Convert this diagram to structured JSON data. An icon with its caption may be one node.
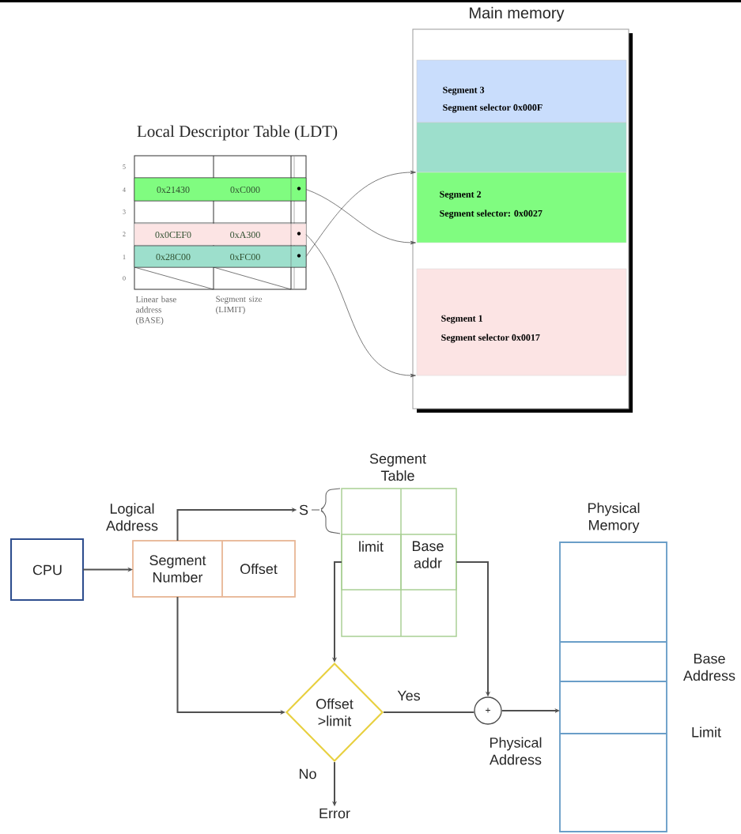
{
  "diagram": {
    "nodes": [
      {
        "text": [
          "Main memory"
        ]
      },
      {
        "text": [
          "Segment 3",
          "Segment selector 0x000F"
        ],
        "in": 0
      },
      {
        "text": [],
        "shape": "bar",
        "in": 0
      },
      {
        "text": [
          "Segment 2",
          "Segment selector: 0x0027"
        ],
        "in": 0
      },
      {
        "text": [
          "Segment 1",
          "Segment selector 0x0017"
        ],
        "in": 0
      },
      {
        "text": [
          "Local Descriptor Table (LDT)"
        ]
      },
      {
        "text": [
          "0x21430",
          "0xC000"
        ],
        "in": 5
      },
      {
        "text": [
          "0x0CEF0",
          "0xA300"
        ],
        "in": 5
      },
      {
        "text": [
          "0x28C00",
          "0xFC00"
        ],
        "in": 5
      },
      {
        "text": [
          "CPU"
        ]
      },
      {
        "text": [
          "Logical Address"
        ]
      },
      {
        "text": [
          "Segment Number"
        ],
        "in": 10
      },
      {
        "text": [
          "Offset"
        ],
        "in": 10
      },
      {
        "text": [
          "S"
        ]
      },
      {
        "text": [
          "Segment Table"
        ]
      },
      {
        "text": [
          "limit"
        ],
        "in": 14
      },
      {
        "text": [
          "Base addr"
        ],
        "in": 14
      },
      {
        "text": [
          "Offset >limit"
        ]
      },
      {
        "text": [
          "+"
        ],
        "beside": [
          "Physical Address"
        ]
      },
      {
        "text": [
          "Physical Memory"
        ]
      },
      {
        "text": [
          "Error"
        ]
      }
    ],
    "edges": [
      {
        "from": 6,
        "to": 3,
        "arrow": "to"
      },
      {
        "from": 7,
        "to": 4,
        "arrow": "to"
      },
      {
        "from": 8,
        "to": 2,
        "arrow": "to"
      },
      {
        "from": 9,
        "to": 10,
        "arrow": "to"
      },
      {
        "from": 11,
        "to": 13,
        "arrow": "to"
      },
      {
        "from": 11,
        "to": 17,
        "arrow": "to"
      },
      {
        "from": 15,
        "to": 17,
        "arrow": "to"
      },
      {
        "from": 16,
        "to": 18,
        "arrow": "to"
      },
      {
        "from": 17,
        "to": 18,
        "arrow": "none",
        "label": "Yes"
      },
      {
        "from": 18,
        "to": 19,
        "arrow": "to"
      },
      {
        "from": 17,
        "to": 20,
        "arrow": "to",
        "label": "No"
      }
    ],
    "labels": [
      "5",
      "4",
      "3",
      "2",
      "1",
      "0",
      "Linear base address (BASE)",
      "Segment size (LIMIT)",
      "Base Address",
      "Limit"
    ]
  }
}
